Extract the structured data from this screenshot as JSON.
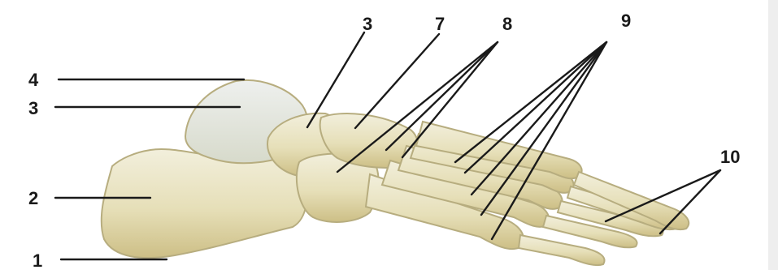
{
  "labels": {
    "l1": "1",
    "l2": "2",
    "l3_left": "3",
    "l3_top": "3",
    "l4": "4",
    "l7": "7",
    "l8": "8",
    "l9": "9",
    "l10": "10"
  }
}
